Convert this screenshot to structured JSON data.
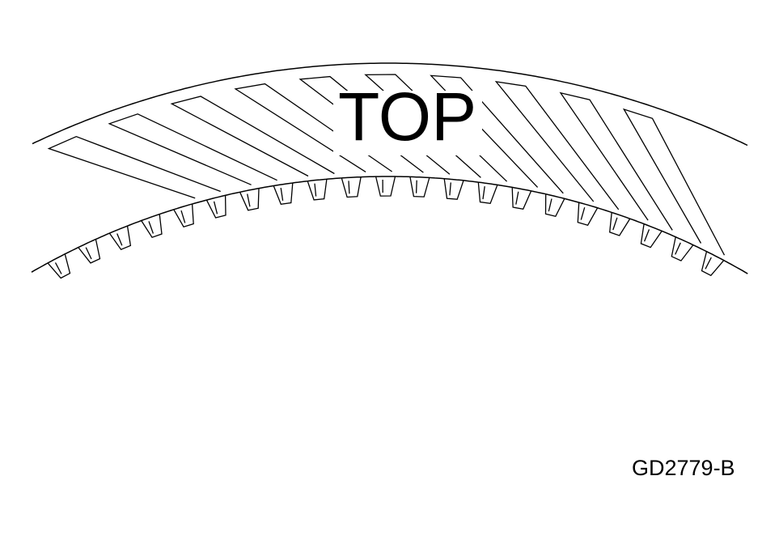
{
  "diagram": {
    "part": "friction-plate",
    "top_label": "TOP",
    "figure_id": "GD2779-B"
  },
  "colors": {
    "line": "#000000",
    "background": "#ffffff"
  }
}
